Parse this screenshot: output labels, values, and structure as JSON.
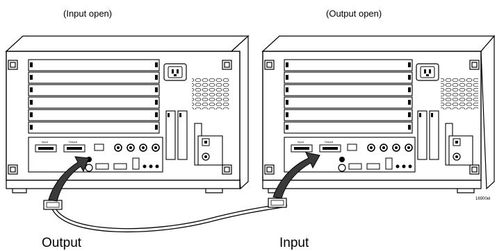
{
  "captions": {
    "left": "(Input open)",
    "right": "(Output open)"
  },
  "labels": {
    "output": "Output",
    "input": "Input"
  },
  "figure_id": "16900el",
  "chassis": {
    "left": {
      "port_input_label": "Input",
      "port_output_label": "Output"
    },
    "right": {
      "port_input_label": "Input",
      "port_output_label": "Output"
    }
  },
  "colors": {
    "line": "#000000",
    "fill": "#ffffff",
    "arrow": "#3a3a3a"
  },
  "icons": [
    "power-inlet-icon",
    "arrow-icon",
    "cable-icon"
  ]
}
